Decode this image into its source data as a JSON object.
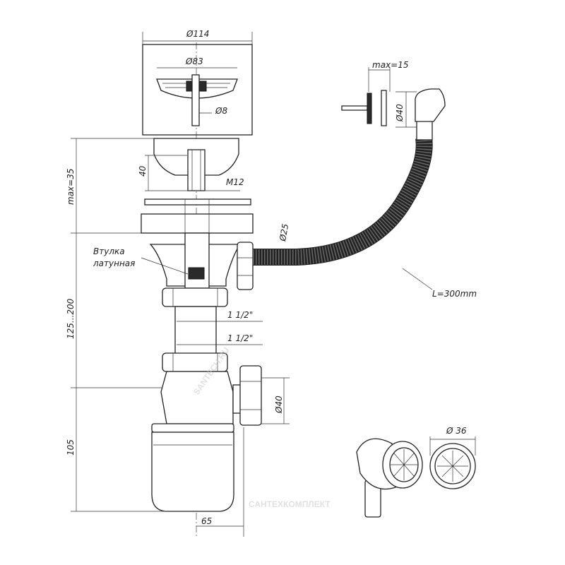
{
  "watermarks": [
    "SANTECH.RU",
    "САНТЕХКОМПЛЕКТ"
  ],
  "dimensions": {
    "top_diameter": "Ø114",
    "strainer_diameter": "Ø83",
    "rod_diameter": "Ø8",
    "bolt_length": "40",
    "bolt_thread": "M12",
    "max_thickness": "max=35",
    "overflow_diameter": "Ø25",
    "overflow_max": "max=15",
    "overflow_outlet_diameter": "Ø40",
    "hose_length": "L=300mm",
    "thread_upper": "1 1/2\"",
    "thread_lower": "1 1/2\"",
    "height_range": "125...200",
    "outlet_diameter": "Ø40",
    "bottle_height": "105",
    "offset": "65",
    "grate_diameter": "Ø 36"
  },
  "labels": {
    "bushing_line1": "Втулка",
    "bushing_line2": "латунная"
  }
}
